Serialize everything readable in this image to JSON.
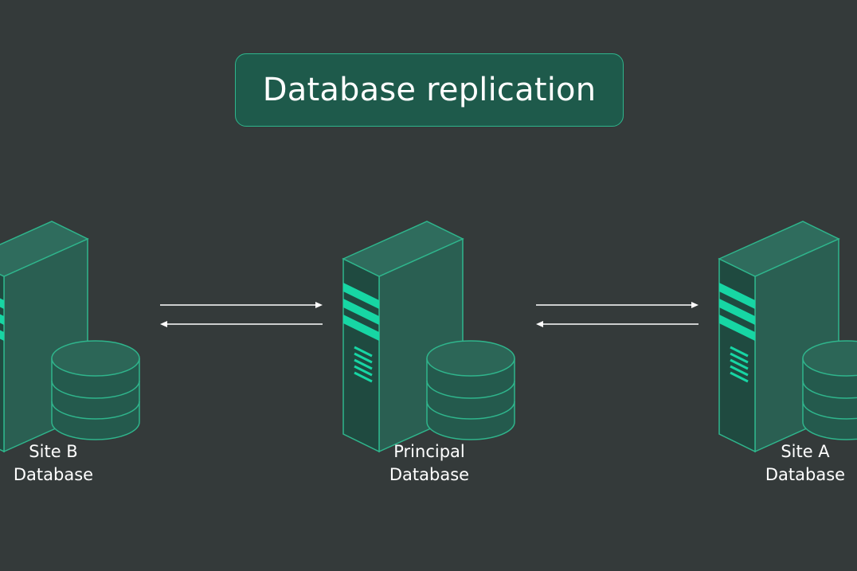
{
  "title": "Database replication",
  "colors": {
    "background": "#343a3a",
    "accent": "#2fb58c",
    "stripe": "#17d6a4",
    "box_fill": "#1e5a4b",
    "text": "#ffffff"
  },
  "nodes": [
    {
      "id": "site-b",
      "label_line1": "Site B",
      "label_line2": "Database"
    },
    {
      "id": "principal",
      "label_line1": "Principal",
      "label_line2": "Database"
    },
    {
      "id": "site-a",
      "label_line1": "Site A",
      "label_line2": "Database"
    }
  ],
  "connections": [
    {
      "between": [
        "site-b",
        "principal"
      ],
      "direction": "bidirectional"
    },
    {
      "between": [
        "principal",
        "site-a"
      ],
      "direction": "bidirectional"
    }
  ]
}
